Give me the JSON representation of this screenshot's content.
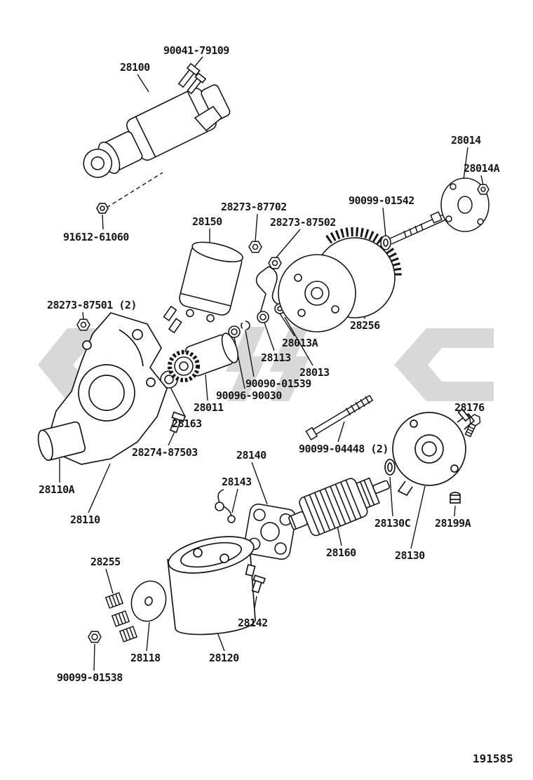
{
  "page": {
    "background": "#ffffff",
    "line_color": "#161616",
    "watermark_color": "#d8d8d8",
    "doc_number": "191585"
  },
  "diagram": {
    "labels": [
      {
        "part": "90041-79109"
      },
      {
        "part": "28100"
      },
      {
        "part": "28014"
      },
      {
        "part": "28014A"
      },
      {
        "part": "28273-87702"
      },
      {
        "part": "90099-01542"
      },
      {
        "part": "28150"
      },
      {
        "part": "28273-87502"
      },
      {
        "part": "91612-61060"
      },
      {
        "part": "28273-87501 (2)"
      },
      {
        "part": "28256"
      },
      {
        "part": "28013A"
      },
      {
        "part": "28113"
      },
      {
        "part": "28013"
      },
      {
        "part": "90090-01539"
      },
      {
        "part": "90096-90030"
      },
      {
        "part": "28011"
      },
      {
        "part": "28163"
      },
      {
        "part": "28176"
      },
      {
        "part": "28274-87503"
      },
      {
        "part": "90099-04448 (2)"
      },
      {
        "part": "28140"
      },
      {
        "part": "28143"
      },
      {
        "part": "28110A"
      },
      {
        "part": "28110"
      },
      {
        "part": "28130C"
      },
      {
        "part": "28199A"
      },
      {
        "part": "28160"
      },
      {
        "part": "28130"
      },
      {
        "part": "28255"
      },
      {
        "part": "28142"
      },
      {
        "part": "28118"
      },
      {
        "part": "28120"
      },
      {
        "part": "90099-01538"
      }
    ]
  }
}
